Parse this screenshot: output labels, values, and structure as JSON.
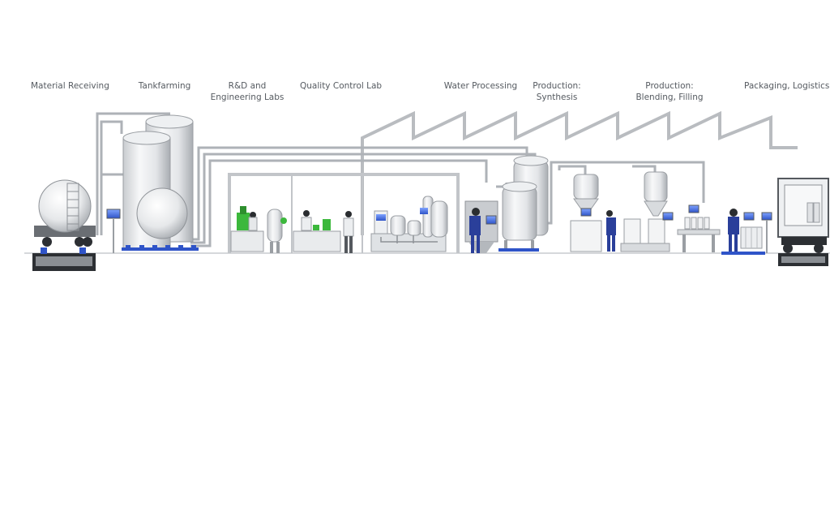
{
  "stages": [
    {
      "id": "material-receiving",
      "lines": [
        "Material Receiving"
      ]
    },
    {
      "id": "tankfarming",
      "lines": [
        "Tankfarming"
      ]
    },
    {
      "id": "rd-engineering",
      "lines": [
        "R&D and",
        "Engineering Labs"
      ]
    },
    {
      "id": "quality-control",
      "lines": [
        "Quality Control Lab"
      ]
    },
    {
      "id": "water-processing",
      "lines": [
        "Water Processing"
      ]
    },
    {
      "id": "production-synthesis",
      "lines": [
        "Production:",
        "Synthesis"
      ]
    },
    {
      "id": "production-blending",
      "lines": [
        "Production:",
        "Blending, Filling"
      ]
    },
    {
      "id": "packaging-logistics",
      "lines": [
        "Packaging, Logistics"
      ]
    }
  ],
  "colors": {
    "pipe": "#a9adb2",
    "steel_light": "#f2f3f4",
    "steel_dark": "#b8bcc1",
    "terminal_blue": "#2f54c8",
    "worker_blue": "#2a3f9a",
    "accent_green": "#3cb83c",
    "floor": "#c8cbcf",
    "label": "#555a60"
  }
}
